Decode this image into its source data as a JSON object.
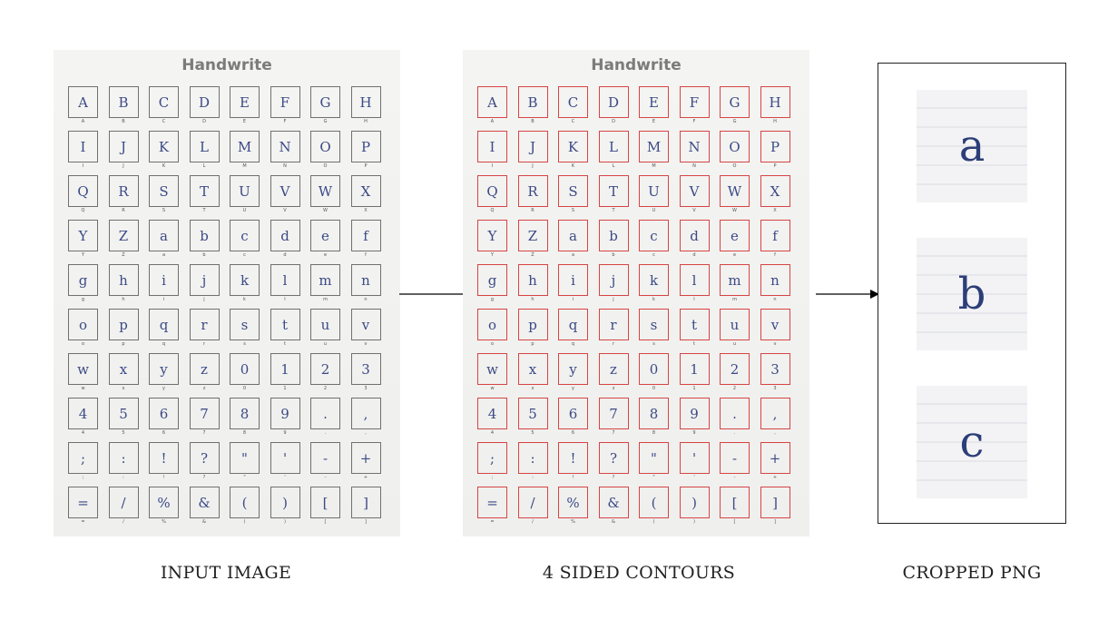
{
  "sheets": {
    "title": "Handwrite",
    "characters": [
      "A",
      "B",
      "C",
      "D",
      "E",
      "F",
      "G",
      "H",
      "I",
      "J",
      "K",
      "L",
      "M",
      "N",
      "O",
      "P",
      "Q",
      "R",
      "S",
      "T",
      "U",
      "V",
      "W",
      "X",
      "Y",
      "Z",
      "a",
      "b",
      "c",
      "d",
      "e",
      "f",
      "g",
      "h",
      "i",
      "j",
      "k",
      "l",
      "m",
      "n",
      "o",
      "p",
      "q",
      "r",
      "s",
      "t",
      "u",
      "v",
      "w",
      "x",
      "y",
      "z",
      "0",
      "1",
      "2",
      "3",
      "4",
      "5",
      "6",
      "7",
      "8",
      "9",
      ".",
      ",",
      ";",
      ":",
      "!",
      "?",
      "\"",
      "'",
      "-",
      "+",
      "=",
      "/",
      "%",
      "&",
      "(",
      ")",
      "[",
      "]"
    ]
  },
  "cropped": [
    "a",
    "b",
    "c"
  ],
  "captions": {
    "input": "INPUT IMAGE",
    "contours": "4 SIDED CONTOURS",
    "cropped": "CROPPED PNG"
  },
  "colors": {
    "contour": "#d64545",
    "ink": "#3c4a86"
  }
}
